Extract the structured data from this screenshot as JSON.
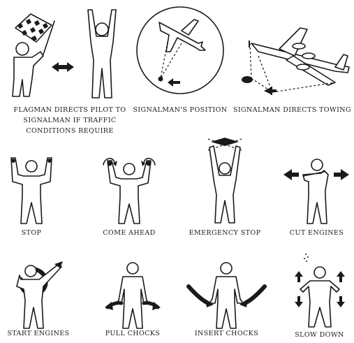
{
  "labels": {
    "flagman": "FLAGMAN DIRECTS PILOT TO SIGNALMAN IF TRAFFIC CONDITIONS REQUIRE",
    "signalman_position": "SIGNALMAN'S POSITION",
    "towing": "SIGNALMAN DIRECTS TOWING",
    "stop": "STOP",
    "come_ahead": "COME AHEAD",
    "emergency_stop": "EMERGENCY STOP",
    "cut_engines": "CUT ENGINES",
    "start_engines": "START ENGINES",
    "pull_chocks": "PULL CHOCKS",
    "insert_chocks": "INSERT CHOCKS",
    "slow_down": "SLOW DOWN"
  }
}
